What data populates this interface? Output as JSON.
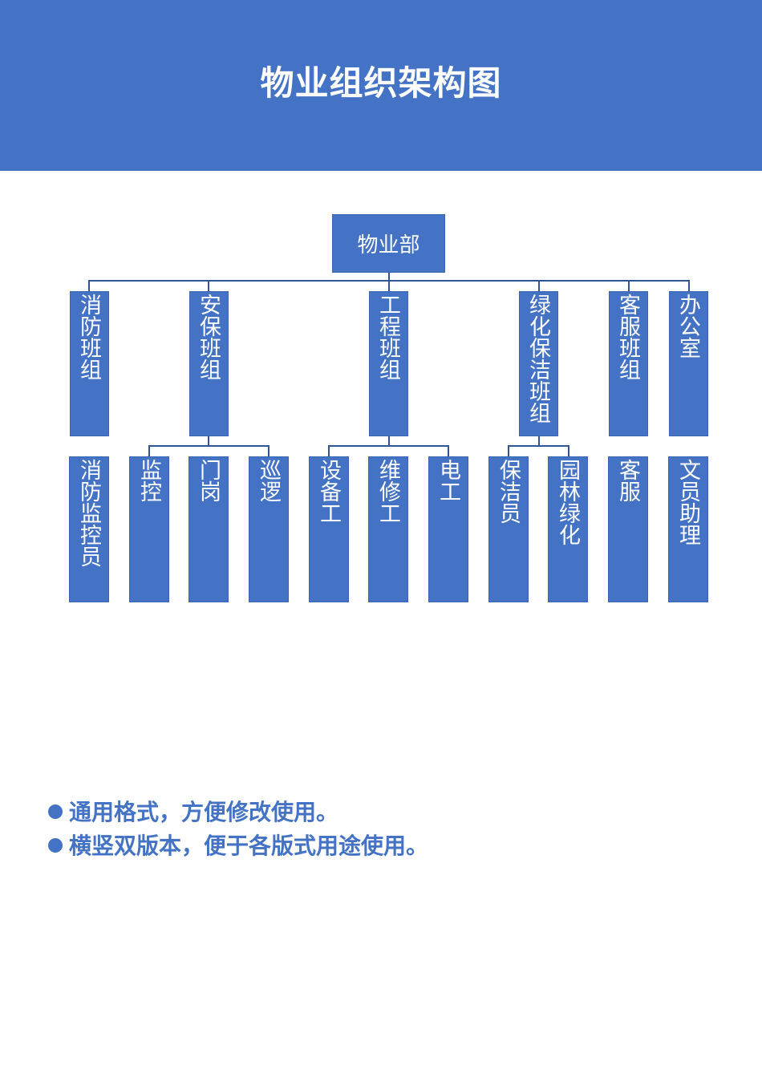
{
  "header": {
    "title": "物业组织架构图"
  },
  "chart": {
    "root": "物业部",
    "groups": [
      "消防班组",
      "安保班组",
      "工程班组",
      "绿化保洁班组",
      "客服班组",
      "办公室"
    ],
    "members": [
      "消防监控员",
      "监控",
      "门岗",
      "巡逻",
      "设备工",
      "维修工",
      "电工",
      "保洁员",
      "园林绿化",
      "客服",
      "文员助理"
    ]
  },
  "notes": [
    "通用格式，方便修改使用。",
    "横竖双版本，便于各版式用途使用。"
  ],
  "colors": {
    "accent": "#4472c4",
    "line": "#2f5597"
  }
}
